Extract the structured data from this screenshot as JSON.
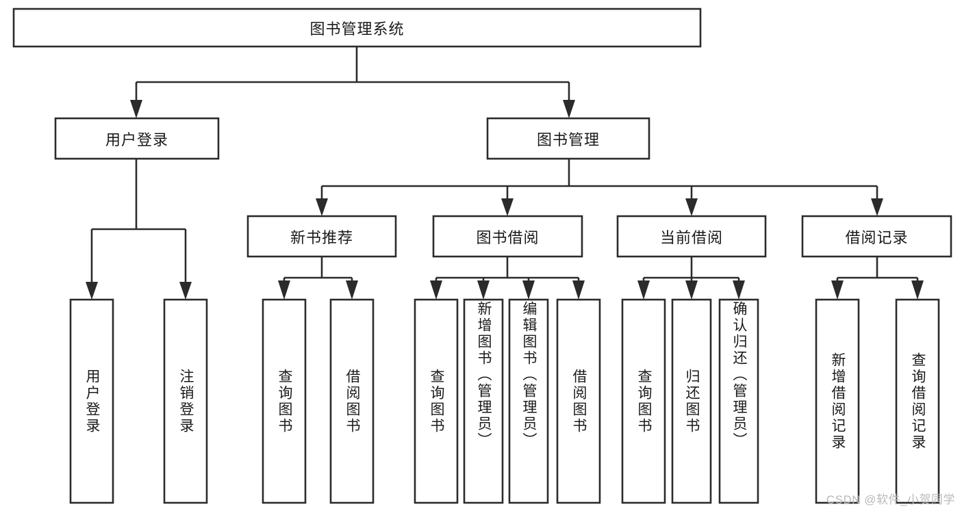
{
  "diagram": {
    "type": "tree",
    "title": "图书管理系统",
    "orientation": "top-down",
    "watermark": "CSDN @软件_小贺同学",
    "colors": {
      "stroke": "#2b2b2b",
      "fill": "#ffffff",
      "text": "#1a1a1a",
      "watermark": "#b9b9b9",
      "background": "#ffffff"
    },
    "root": {
      "label": "图书管理系统"
    },
    "level2": [
      {
        "label": "用户登录"
      },
      {
        "label": "图书管理"
      }
    ],
    "level3": [
      {
        "label": "新书推荐"
      },
      {
        "label": "图书借阅"
      },
      {
        "label": "当前借阅"
      },
      {
        "label": "借阅记录"
      }
    ],
    "leaves": {
      "user_login": [
        {
          "label": "用户登录"
        },
        {
          "label": "注销登录"
        }
      ],
      "new_book": [
        {
          "label": "查询图书"
        },
        {
          "label": "借阅图书"
        }
      ],
      "book_borrow": [
        {
          "label": "查询图书"
        },
        {
          "label": "新增图书（管理员）"
        },
        {
          "label": "编辑图书（管理员）"
        },
        {
          "label": "借阅图书"
        }
      ],
      "current_borrow": [
        {
          "label": "查询图书"
        },
        {
          "label": "归还图书"
        },
        {
          "label": "确认归还（管理员）"
        }
      ],
      "borrow_record": [
        {
          "label": "新增借阅记录"
        },
        {
          "label": "查询借阅记录"
        }
      ]
    }
  }
}
